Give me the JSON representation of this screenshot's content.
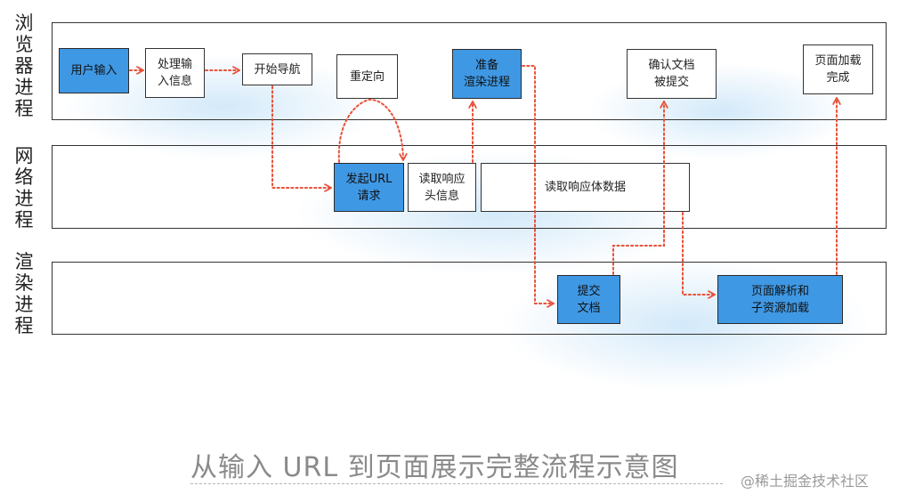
{
  "lanes": [
    {
      "id": "browser",
      "label": "浏览器进程"
    },
    {
      "id": "network",
      "label": "网络进程"
    },
    {
      "id": "renderer",
      "label": "渲染进程"
    }
  ],
  "nodes": [
    {
      "id": "user_input",
      "label": "用户输入",
      "fill": "blue"
    },
    {
      "id": "process_input",
      "label": "处理输\n入信息",
      "fill": "white"
    },
    {
      "id": "start_nav",
      "label": "开始导航",
      "fill": "white"
    },
    {
      "id": "redirect",
      "label": "重定向",
      "fill": "white"
    },
    {
      "id": "prepare_renderer",
      "label": "准备\n渲染进程",
      "fill": "blue"
    },
    {
      "id": "confirm_doc",
      "label": "确认文档\n被提交",
      "fill": "white"
    },
    {
      "id": "page_loaded",
      "label": "页面加载\n完成",
      "fill": "white"
    },
    {
      "id": "url_request",
      "label": "发起URL\n请求",
      "fill": "blue"
    },
    {
      "id": "read_headers",
      "label": "读取响应\n头信息",
      "fill": "white"
    },
    {
      "id": "read_body",
      "label": "读取响应体数据",
      "fill": "white"
    },
    {
      "id": "commit_doc",
      "label": "提交\n文档",
      "fill": "blue"
    },
    {
      "id": "parse_page",
      "label": "页面解析和\n子资源加载",
      "fill": "blue"
    }
  ],
  "colors": {
    "blue_fill": "#3f98e4",
    "arrow": "#e8513a",
    "border": "#333333",
    "caption": "#8a8a8a"
  },
  "caption": "从输入 URL 到页面展示完整流程示意图",
  "watermark": "@稀土掘金技术社区"
}
